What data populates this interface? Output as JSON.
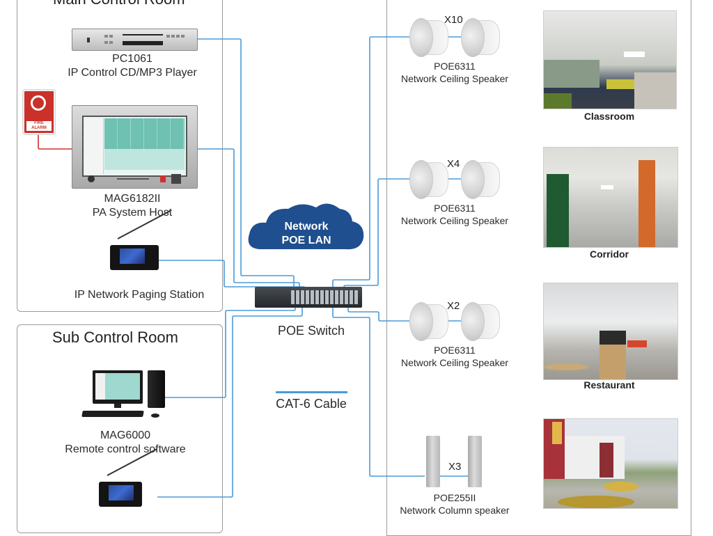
{
  "colors": {
    "cable": "#4a9ad8",
    "alarm_wire": "#c9312a",
    "cloud": "#1f4f8f",
    "panel_border": "#9a9a9a"
  },
  "main_control_room": {
    "title": "Main Control Room",
    "devices": [
      {
        "model": "PC1061",
        "description": "IP Control CD/MP3 Player",
        "icon": "cd-player-icon"
      },
      {
        "model": "MAG6182II",
        "description": "PA System Host",
        "icon": "pa-host-icon"
      },
      {
        "model": "",
        "description": "IP Network Paging Station",
        "icon": "paging-station-icon"
      }
    ],
    "fire_alarm": {
      "label": "FIRE ALARM",
      "icon": "fire-alarm-icon"
    }
  },
  "sub_control_room": {
    "title": "Sub Control Room",
    "devices": [
      {
        "model": "MAG6000",
        "description": "Remote control software",
        "icon": "computer-icon"
      },
      {
        "model": "",
        "description": "",
        "icon": "paging-station-icon"
      }
    ]
  },
  "network": {
    "cloud_line1": "Network",
    "cloud_line2": "POE LAN",
    "switch_label": "POE Switch",
    "legend_label": "CAT-6 Cable"
  },
  "zones": [
    {
      "count": "X10",
      "model": "POE6311",
      "description": "Network Ceiling Speaker",
      "location": "Classroom"
    },
    {
      "count": "X4",
      "model": "POE6311",
      "description": "Network Ceiling Speaker",
      "location": "Corridor"
    },
    {
      "count": "X2",
      "model": "POE6311",
      "description": "Network Ceiling Speaker",
      "location": "Restaurant"
    },
    {
      "count": "X3",
      "model": "POE255II",
      "description": "Network Column speaker",
      "location": ""
    }
  ]
}
